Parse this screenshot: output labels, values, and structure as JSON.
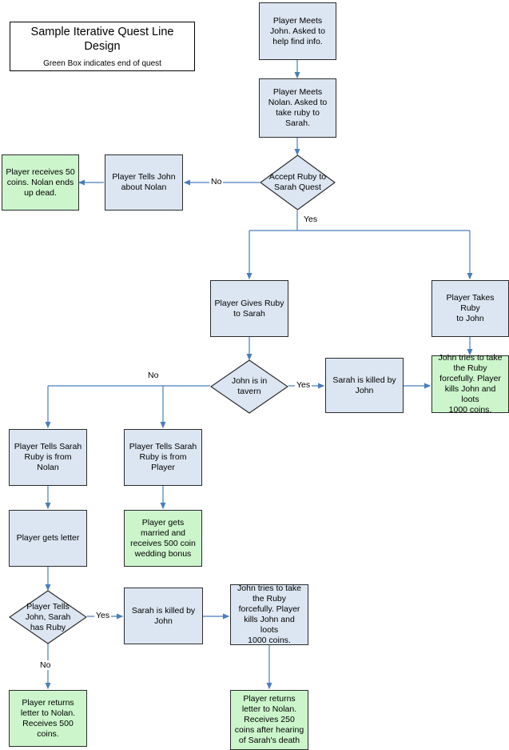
{
  "diagram": {
    "title_box": {
      "main": "Sample Iterative Quest Line Design",
      "sub": "Green Box indicates end of quest"
    },
    "colors": {
      "process_fill": "#dce6f2",
      "end_fill": "#ccf5cc",
      "node_stroke": "#2b2b2b",
      "edge_stroke": "#4a7ebb",
      "title_stroke": "#000000",
      "text": "#000000"
    },
    "nodes": [
      {
        "id": "meets_john",
        "label": "Player Meets\nJohn.  Asked to\nhelp find info.",
        "shape": "box",
        "type": "process"
      },
      {
        "id": "meets_nolan",
        "label": "Player Meets\nNolan.  Asked to\ntake ruby to Sarah.",
        "shape": "box",
        "type": "process"
      },
      {
        "id": "accept_quest",
        "label": "Accept Ruby to\nSarah Quest",
        "shape": "diamond",
        "type": "decision"
      },
      {
        "id": "tells_john_nolan",
        "label": "Player Tells John\nabout Nolan",
        "shape": "box",
        "type": "process"
      },
      {
        "id": "receives_50",
        "label": "Player receives 50\ncoins.  Nolan ends\nup dead.",
        "shape": "box",
        "type": "end"
      },
      {
        "id": "gives_ruby_sarah",
        "label": "Player Gives Ruby\nto Sarah",
        "shape": "box",
        "type": "process"
      },
      {
        "id": "takes_ruby_john",
        "label": "Player Takes Ruby\nto John",
        "shape": "box",
        "type": "process"
      },
      {
        "id": "john_in_tavern",
        "label": "John is in\ntavern",
        "shape": "diamond",
        "type": "decision"
      },
      {
        "id": "sarah_killed_1",
        "label": "Sarah is killed by\nJohn",
        "shape": "box",
        "type": "process"
      },
      {
        "id": "john_loots_1",
        "label": "John tries to take\nthe Ruby\nforcefully.  Player\nkills John and loots\n1000 coins.",
        "shape": "box",
        "type": "end"
      },
      {
        "id": "sarah_from_nolan",
        "label": "Player Tells Sarah\nRuby is from\nNolan",
        "shape": "box",
        "type": "process"
      },
      {
        "id": "sarah_from_player",
        "label": "Player Tells Sarah\nRuby is from\nPlayer",
        "shape": "box",
        "type": "process"
      },
      {
        "id": "gets_letter",
        "label": "Player gets letter",
        "shape": "box",
        "type": "process"
      },
      {
        "id": "gets_married",
        "label": "Player gets\nmarried and\nreceives 500 coin\nwedding bonus",
        "shape": "box",
        "type": "end"
      },
      {
        "id": "tells_john_sarah",
        "label": "Player Tells\nJohn, Sarah\nhas Ruby",
        "shape": "diamond",
        "type": "decision"
      },
      {
        "id": "sarah_killed_2",
        "label": "Sarah is killed by\nJohn",
        "shape": "box",
        "type": "process"
      },
      {
        "id": "john_loots_2",
        "label": "John tries to take\nthe Ruby\nforcefully.  Player\nkills John and loots\n1000 coins.",
        "shape": "box",
        "type": "process"
      },
      {
        "id": "returns_letter_500",
        "label": "Player returns\nletter to Nolan.\nReceives 500\ncoins.",
        "shape": "box",
        "type": "end"
      },
      {
        "id": "returns_letter_250",
        "label": "Player returns\nletter to Nolan.\nReceives 250\ncoins after hearing\nof Sarah's death",
        "shape": "box",
        "type": "end"
      }
    ],
    "edge_labels": {
      "accept_no": "No",
      "accept_yes": "Yes",
      "tavern_no": "No",
      "tavern_yes": "Yes",
      "tells_john_yes": "Yes",
      "tells_john_no": "No"
    }
  }
}
